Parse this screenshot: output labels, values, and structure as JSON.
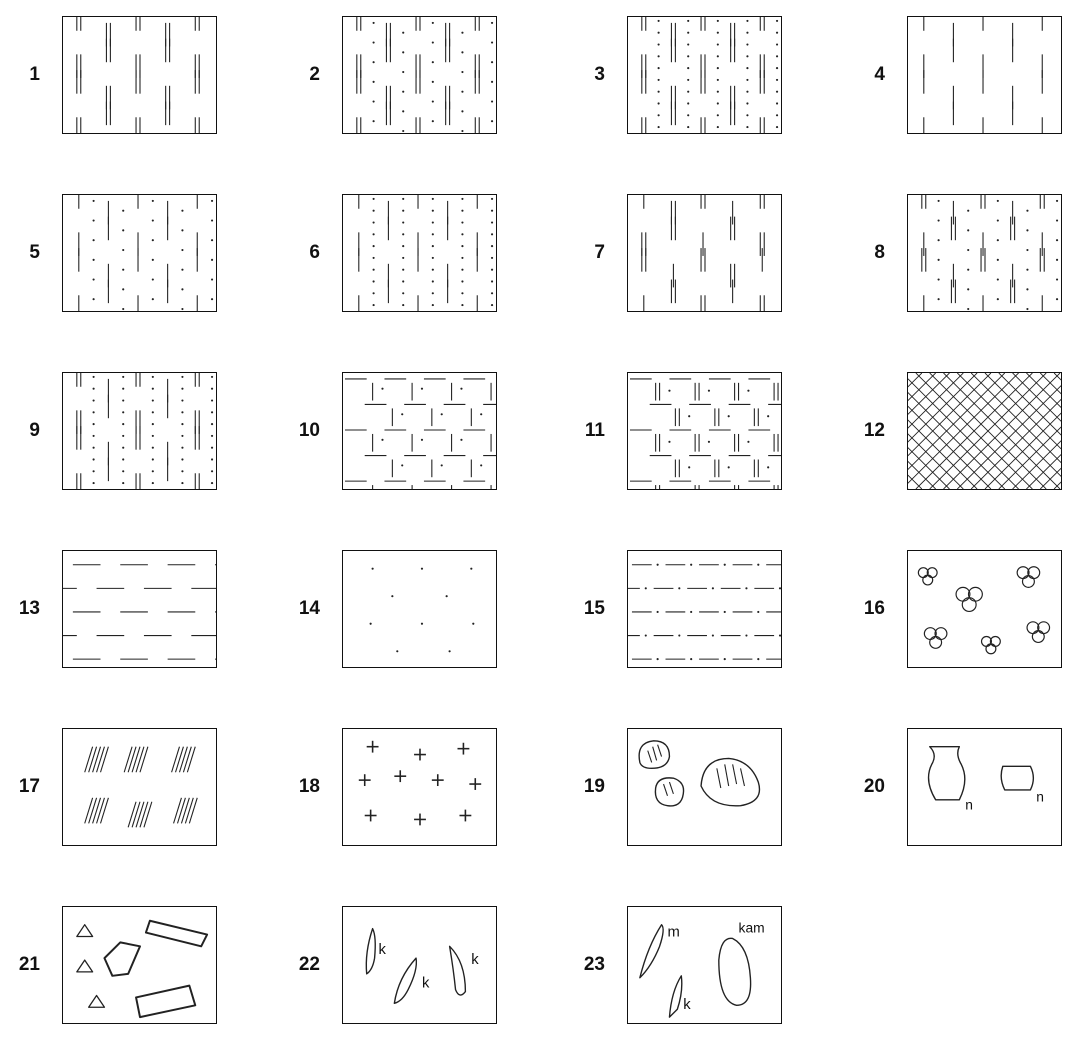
{
  "legend": {
    "items": [
      {
        "label": "1",
        "pattern": "double-vertical-staggered"
      },
      {
        "label": "2",
        "pattern": "double-vertical-with-dots"
      },
      {
        "label": "3",
        "pattern": "double-vertical-dotted-columns"
      },
      {
        "label": "4",
        "pattern": "single-vertical-staggered"
      },
      {
        "label": "5",
        "pattern": "single-vertical-with-dots"
      },
      {
        "label": "6",
        "pattern": "single-vertical-dotted-columns"
      },
      {
        "label": "7",
        "pattern": "mixed-single-double-vertical"
      },
      {
        "label": "8",
        "pattern": "mixed-vertical-with-dots"
      },
      {
        "label": "9",
        "pattern": "mixed-vertical-dotted-columns"
      },
      {
        "label": "10",
        "pattern": "vertical-horizontal-brick"
      },
      {
        "label": "11",
        "pattern": "double-vertical-horizontal-brick"
      },
      {
        "label": "12",
        "pattern": "crosshatch"
      },
      {
        "label": "13",
        "pattern": "horizontal-dashes"
      },
      {
        "label": "14",
        "pattern": "sparse-dots"
      },
      {
        "label": "15",
        "pattern": "horizontal-dash-dot"
      },
      {
        "label": "16",
        "pattern": "circle-clusters"
      },
      {
        "label": "17",
        "pattern": "diagonal-hatch-groups"
      },
      {
        "label": "18",
        "pattern": "crosses"
      },
      {
        "label": "19",
        "pattern": "pebbles"
      },
      {
        "label": "20",
        "pattern": "pottery-vessels",
        "marker": "n"
      },
      {
        "label": "21",
        "pattern": "triangles-and-slabs"
      },
      {
        "label": "22",
        "pattern": "bone-fragments",
        "marker": "k"
      },
      {
        "label": "23",
        "pattern": "stone-and-bone",
        "markers": [
          "m",
          "k",
          "kam"
        ]
      }
    ]
  }
}
